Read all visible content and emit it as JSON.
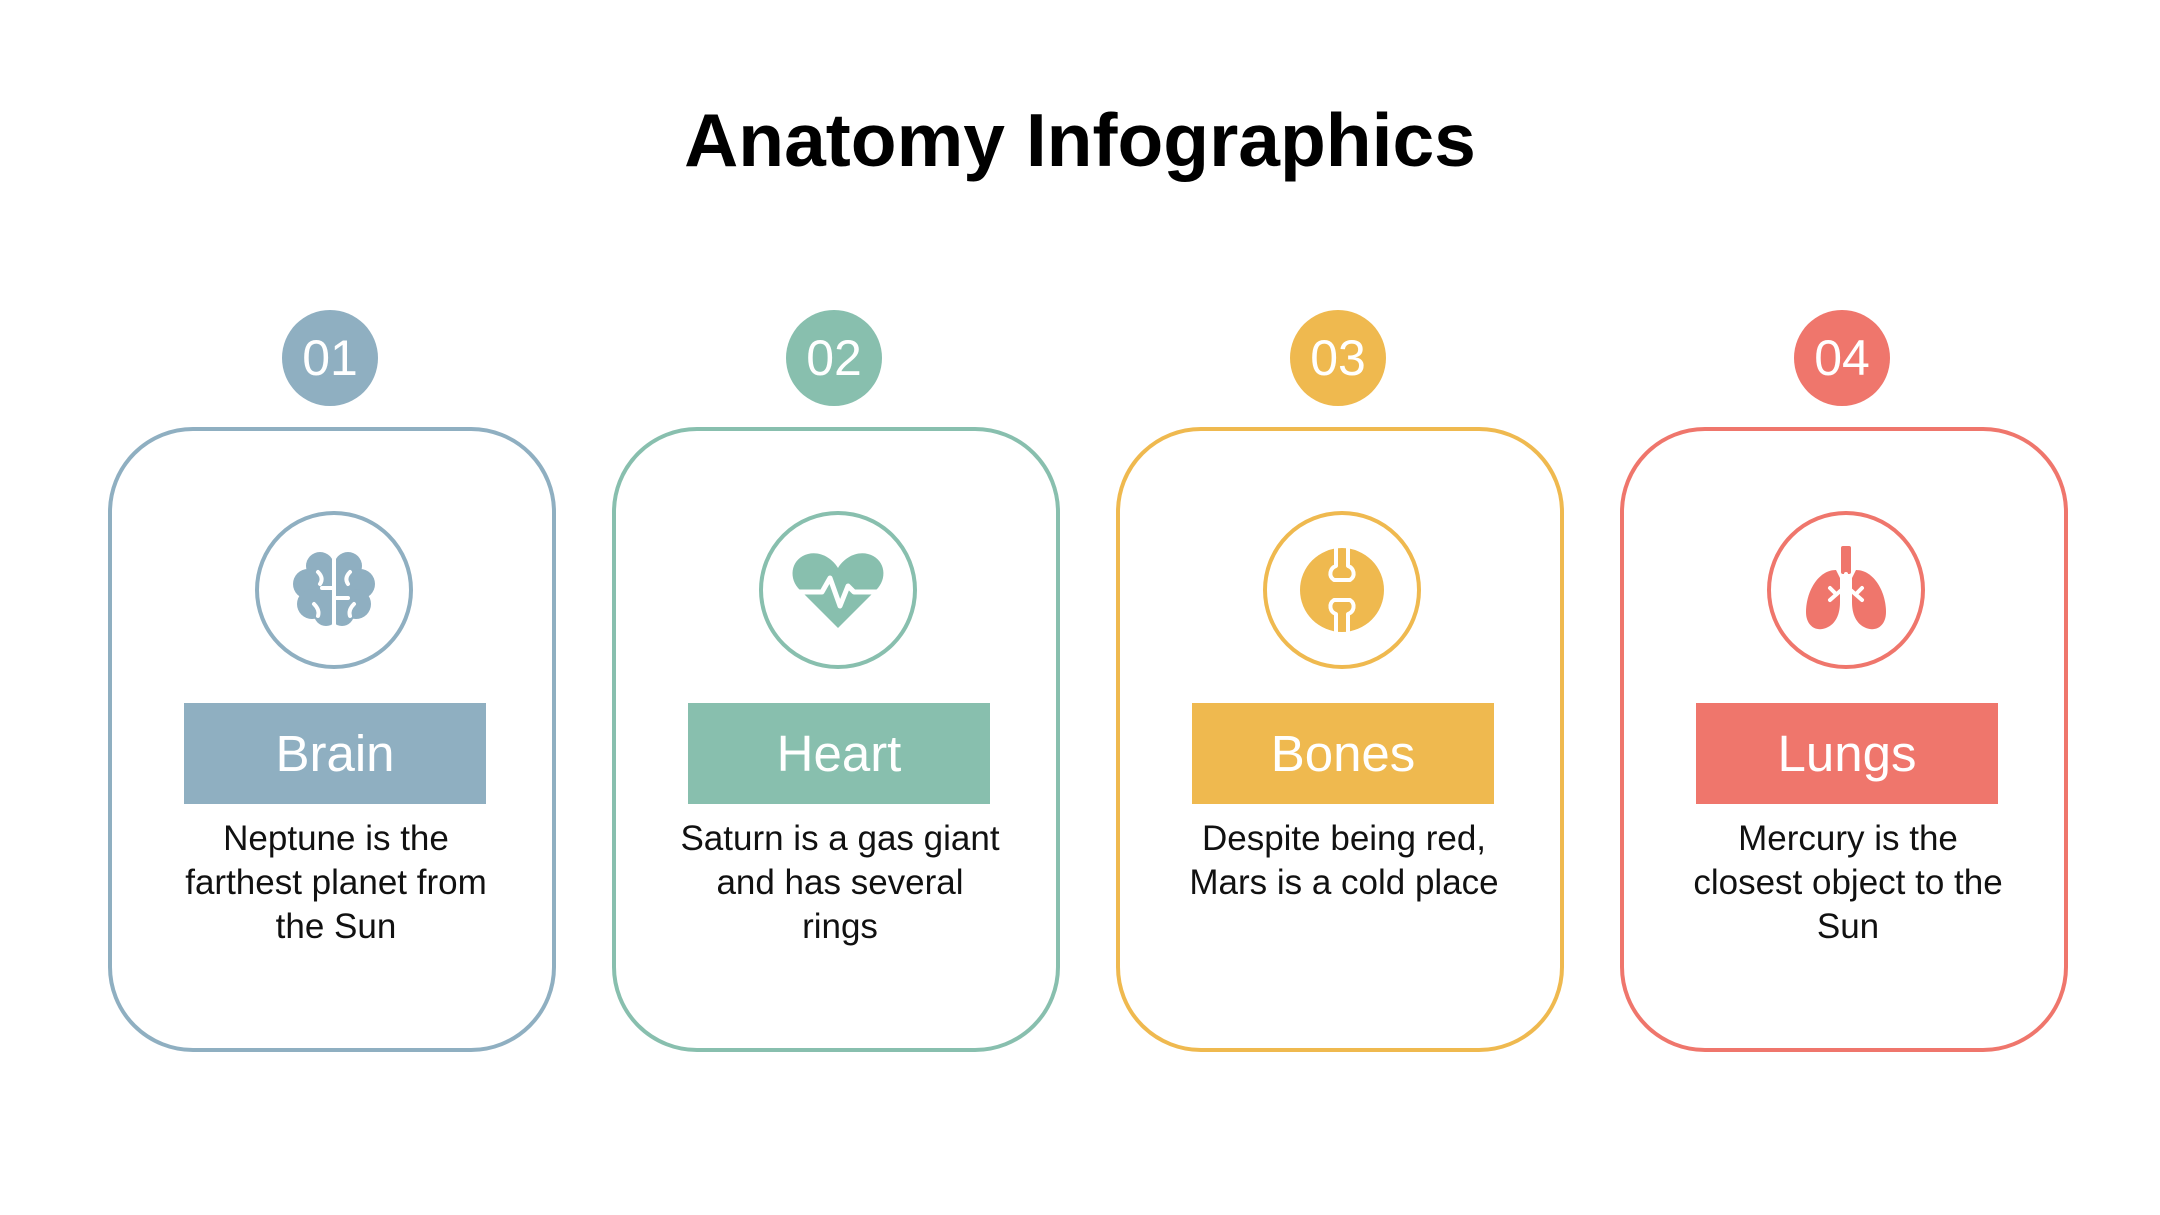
{
  "title": "Anatomy Infographics",
  "cards": [
    {
      "number": "01",
      "label": "Brain",
      "description": "Neptune is the farthest planet from the Sun",
      "icon": "brain-icon",
      "color": "#8fafc1"
    },
    {
      "number": "02",
      "label": "Heart",
      "description": "Saturn is a gas giant and has several rings",
      "icon": "heart-pulse-icon",
      "color": "#88bfae"
    },
    {
      "number": "03",
      "label": "Bones",
      "description": "Despite being red, Mars is a cold place",
      "icon": "bone-joint-icon",
      "color": "#efb94f"
    },
    {
      "number": "04",
      "label": "Lungs",
      "description": "Mercury is the closest object to the Sun",
      "icon": "lungs-icon",
      "color": "#ef766c"
    }
  ]
}
